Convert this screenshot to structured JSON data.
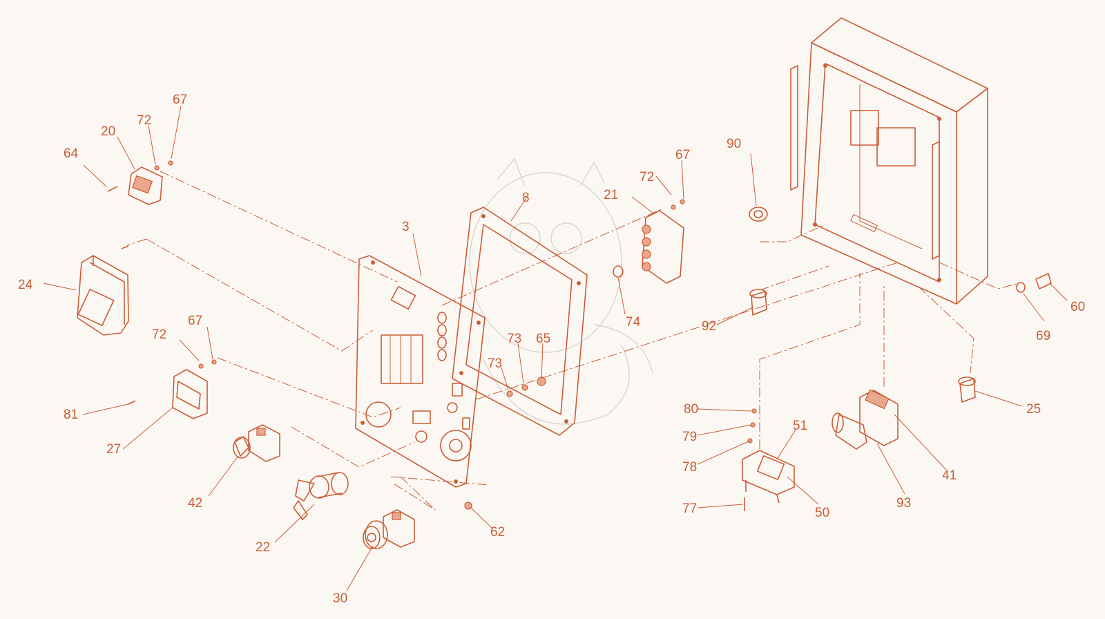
{
  "colors": {
    "line": "#cc5b33",
    "background": "#fbf8f4",
    "watermark": "#d9d4cf"
  },
  "callouts": {
    "c3": "3",
    "c8": "8",
    "c20": "20",
    "c21": "21",
    "c22": "22",
    "c24": "24",
    "c25": "25",
    "c27": "27",
    "c30": "30",
    "c41": "41",
    "c42": "42",
    "c50": "50",
    "c51": "51",
    "c60": "60",
    "c62": "62",
    "c64": "64",
    "c65": "65",
    "c67a": "67",
    "c67b": "67",
    "c67c": "67",
    "c69": "69",
    "c72a": "72",
    "c72b": "72",
    "c72c": "72",
    "c73a": "73",
    "c73b": "73",
    "c74": "74",
    "c77": "77",
    "c78": "78",
    "c79": "79",
    "c80": "80",
    "c81": "81",
    "c90": "90",
    "c92": "92",
    "c93": "93"
  }
}
